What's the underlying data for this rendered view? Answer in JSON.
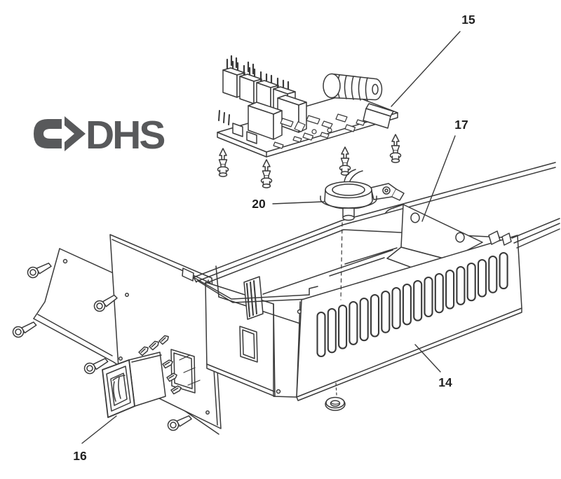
{
  "page": {
    "background_color": "#ffffff"
  },
  "logo": {
    "text": "DHS",
    "color": "#58595b",
    "icon": "arrow-right-logo-mark"
  },
  "drawing": {
    "line_color": "#3a3a3a",
    "label_color": "#1f1f1f"
  },
  "callouts": [
    {
      "label": "15"
    },
    {
      "label": "17"
    },
    {
      "label": "20"
    },
    {
      "label": "14"
    },
    {
      "label": "16"
    }
  ]
}
